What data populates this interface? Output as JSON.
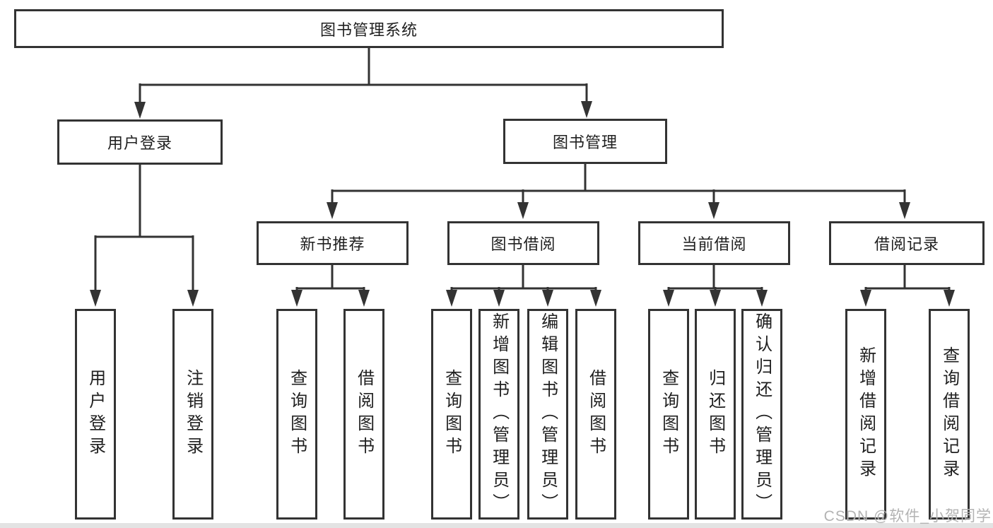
{
  "colors": {
    "line": "#333333",
    "text": "#1f1f1f",
    "background": "#ffffff",
    "watermark": "#b3b3b3"
  },
  "watermark": {
    "text": "CSDN @软件_小贺同学"
  },
  "diagram": {
    "root": {
      "label": "图书管理系统"
    },
    "modules": [
      {
        "label": "用户登录",
        "children": [
          {
            "label": "用户登录"
          },
          {
            "label": "注销登录"
          }
        ]
      },
      {
        "label": "图书管理",
        "submodules": [
          {
            "label": "新书推荐",
            "children": [
              {
                "label": "查询图书"
              },
              {
                "label": "借阅图书"
              }
            ]
          },
          {
            "label": "图书借阅",
            "children": [
              {
                "label": "查询图书"
              },
              {
                "label": "新增图书（管理员）"
              },
              {
                "label": "编辑图书（管理员）"
              },
              {
                "label": "借阅图书"
              }
            ]
          },
          {
            "label": "当前借阅",
            "children": [
              {
                "label": "查询图书"
              },
              {
                "label": "归还图书"
              },
              {
                "label": "确认归还（管理员）"
              }
            ]
          },
          {
            "label": "借阅记录",
            "children": [
              {
                "label": "新增借阅记录"
              },
              {
                "label": "查询借阅记录"
              }
            ]
          }
        ]
      }
    ]
  }
}
